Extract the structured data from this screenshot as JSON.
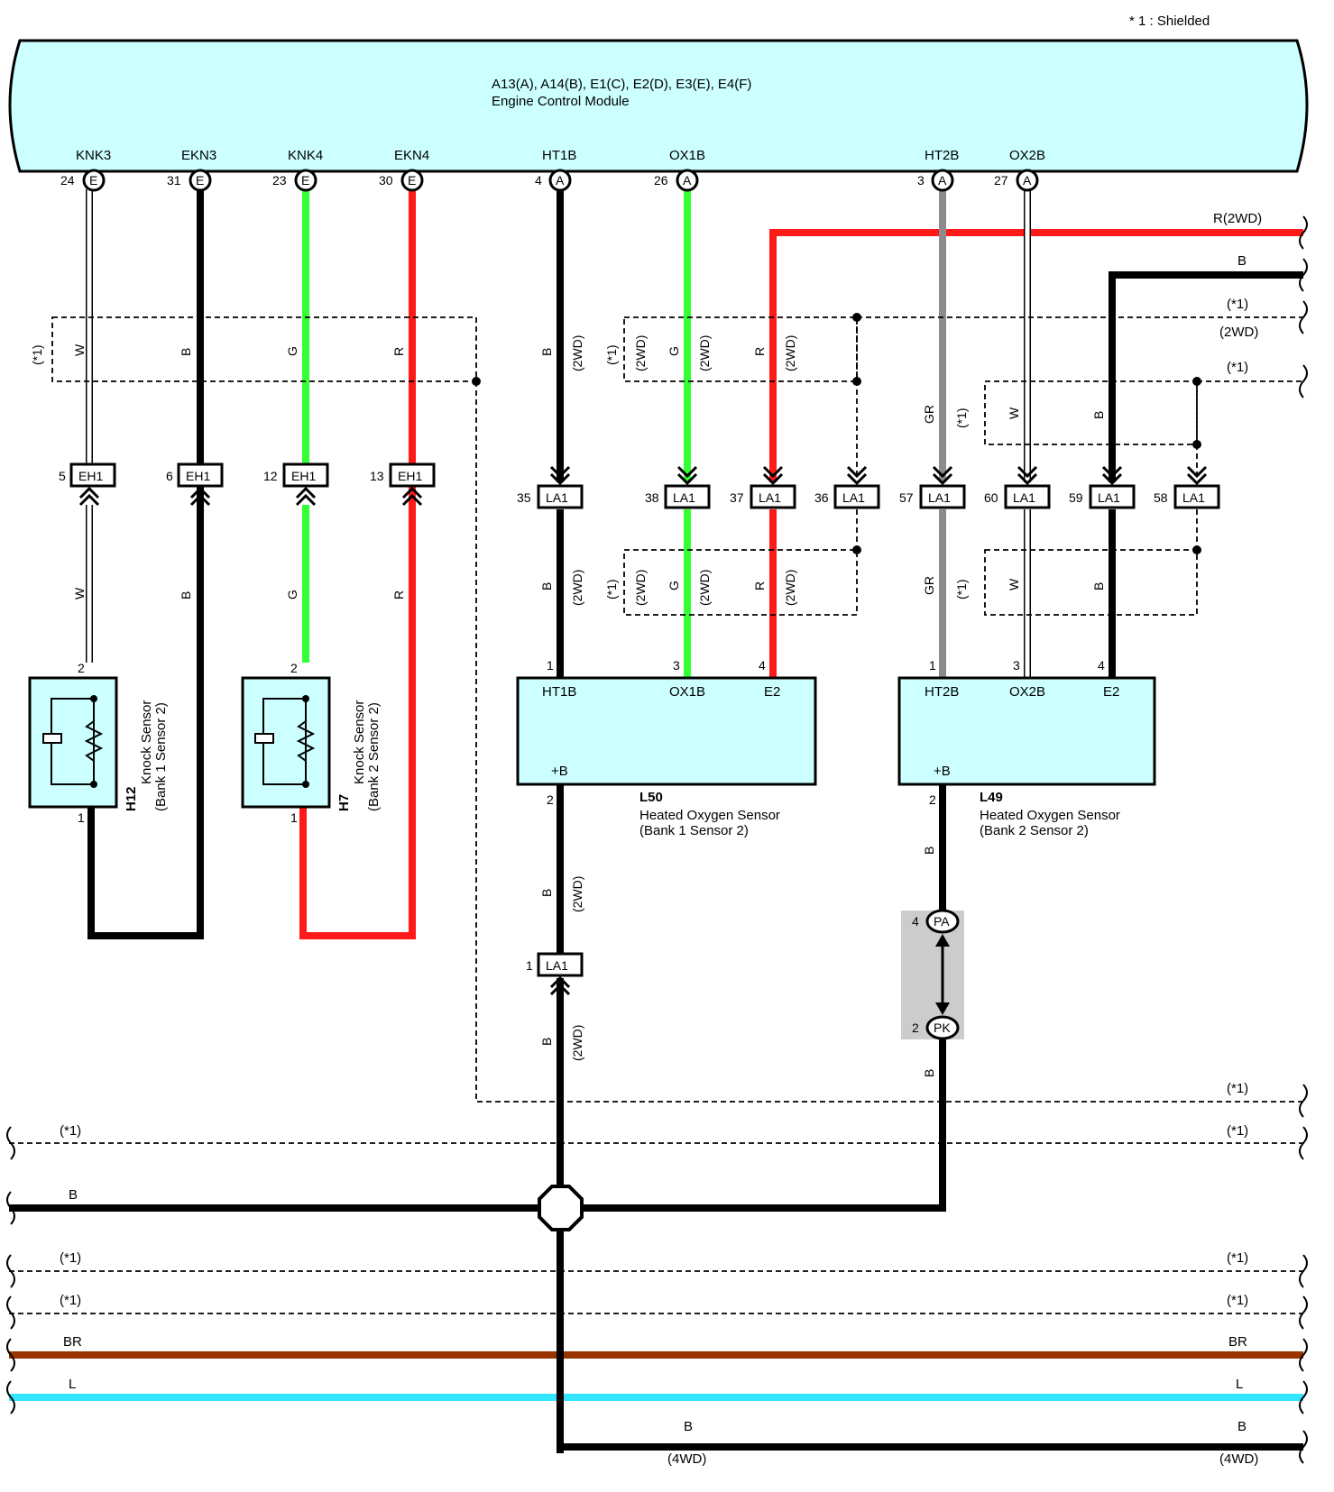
{
  "note": "* 1 : Shielded",
  "ecm": {
    "connectors": "A13(A), A14(B), E1(C), E2(D), E3(E), E4(F)",
    "name": "Engine Control Module",
    "terminals": [
      {
        "name": "KNK3",
        "pin": "24",
        "conn": "E"
      },
      {
        "name": "EKN3",
        "pin": "31",
        "conn": "E"
      },
      {
        "name": "KNK4",
        "pin": "23",
        "conn": "E"
      },
      {
        "name": "EKN4",
        "pin": "30",
        "conn": "E"
      },
      {
        "name": "HT1B",
        "pin": "4",
        "conn": "A"
      },
      {
        "name": "OX1B",
        "pin": "26",
        "conn": "A"
      },
      {
        "name": "HT2B",
        "pin": "3",
        "conn": "A"
      },
      {
        "name": "OX2B",
        "pin": "27",
        "conn": "A"
      }
    ]
  },
  "wire_colors": {
    "W": "W",
    "B": "B",
    "G": "G",
    "R": "R",
    "GR": "GR",
    "BR": "BR",
    "L": "L"
  },
  "labels": {
    "shield": "(*1)",
    "twowd": "(2WD)",
    "fourwd": "(4WD)",
    "r2wd": "R(2WD)"
  },
  "connectors": {
    "eh1": [
      {
        "pin": "5",
        "id": "EH1"
      },
      {
        "pin": "6",
        "id": "EH1"
      },
      {
        "pin": "12",
        "id": "EH1"
      },
      {
        "pin": "13",
        "id": "EH1"
      }
    ],
    "la1": [
      {
        "pin": "35",
        "id": "LA1"
      },
      {
        "pin": "38",
        "id": "LA1"
      },
      {
        "pin": "37",
        "id": "LA1"
      },
      {
        "pin": "36",
        "id": "LA1"
      },
      {
        "pin": "57",
        "id": "LA1"
      },
      {
        "pin": "60",
        "id": "LA1"
      },
      {
        "pin": "59",
        "id": "LA1"
      },
      {
        "pin": "58",
        "id": "LA1"
      },
      {
        "pin": "1",
        "id": "LA1"
      }
    ],
    "pa": {
      "pin": "4",
      "id": "PA"
    },
    "pk": {
      "pin": "2",
      "id": "PK"
    }
  },
  "components": {
    "h12": {
      "code": "H12",
      "name": "Knock Sensor",
      "sub": "(Bank 1 Sensor 2)",
      "pin_top": "2",
      "pin_bottom": "1"
    },
    "h7": {
      "code": "H7",
      "name": "Knock Sensor",
      "sub": "(Bank 2 Sensor 2)",
      "pin_top": "2",
      "pin_bottom": "1"
    },
    "l50": {
      "code": "L50",
      "name": "Heated Oxygen Sensor",
      "sub": "(Bank 1 Sensor 2)",
      "t1": "HT1B",
      "t2": "OX1B",
      "t3": "E2",
      "tb": "+B",
      "p1": "1",
      "p2": "3",
      "p3": "4",
      "pb": "2"
    },
    "l49": {
      "code": "L49",
      "name": "Heated Oxygen Sensor",
      "sub": "(Bank 2 Sensor 2)",
      "t1": "HT2B",
      "t2": "OX2B",
      "t3": "E2",
      "tb": "+B",
      "p1": "1",
      "p2": "3",
      "p3": "4",
      "pb": "2"
    }
  },
  "colors": {
    "ecm_fill": "#ccffff",
    "red": "#ff1a1a",
    "green": "#33ff33",
    "black": "#000000",
    "gray": "#8c8c8c",
    "brown": "#993300",
    "cyan": "#33e6ff",
    "conn_gray": "#cccccc"
  }
}
